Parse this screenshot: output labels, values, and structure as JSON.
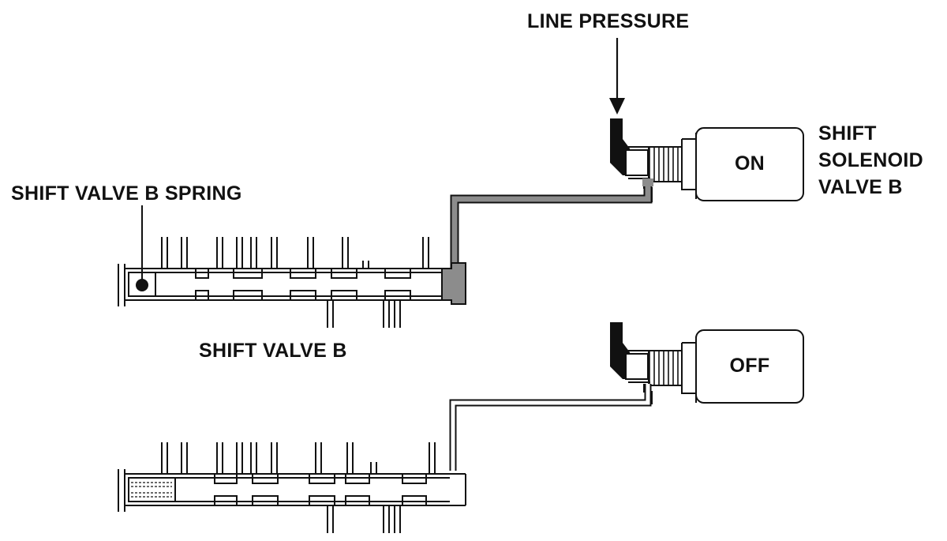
{
  "labels": {
    "line_pressure": "LINE PRESSURE",
    "solenoid_line1": "SHIFT",
    "solenoid_line2": "SOLENOID",
    "solenoid_line3": "VALVE B",
    "spring": "SHIFT VALVE B SPRING",
    "valve": "SHIFT VALVE B",
    "state_on": "ON",
    "state_off": "OFF"
  },
  "colors": {
    "line": "#111111",
    "pressure_fill": "#8c8c8c",
    "background": "#ffffff"
  }
}
